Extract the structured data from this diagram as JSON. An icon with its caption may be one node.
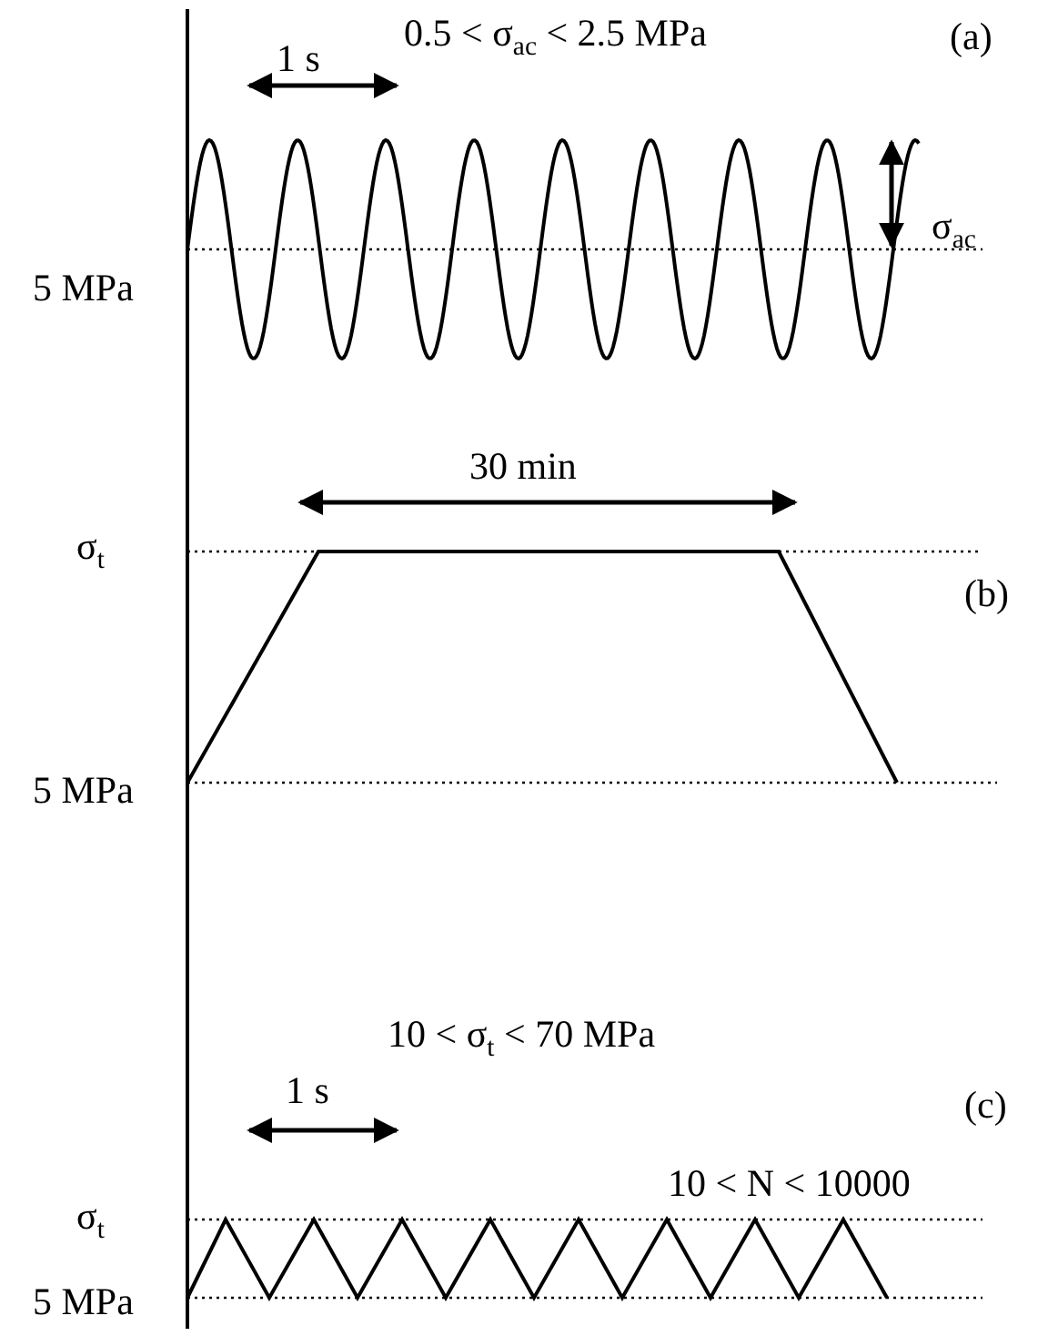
{
  "diagram": {
    "labels": [
      "0.5 < σ$_{ac}$ < 2.5 MPa",
      "(a)",
      "1 s",
      "σ$_{ac}$",
      "5 MPa",
      "30 min",
      "(b)",
      "σ$_{t}$",
      "5 MPa",
      "10 < σ$_{t}$ < 70 MPa",
      "(c)",
      "1 s",
      "10 < N < 10000",
      "σ$_{t}$",
      "5 MPa"
    ]
  }
}
